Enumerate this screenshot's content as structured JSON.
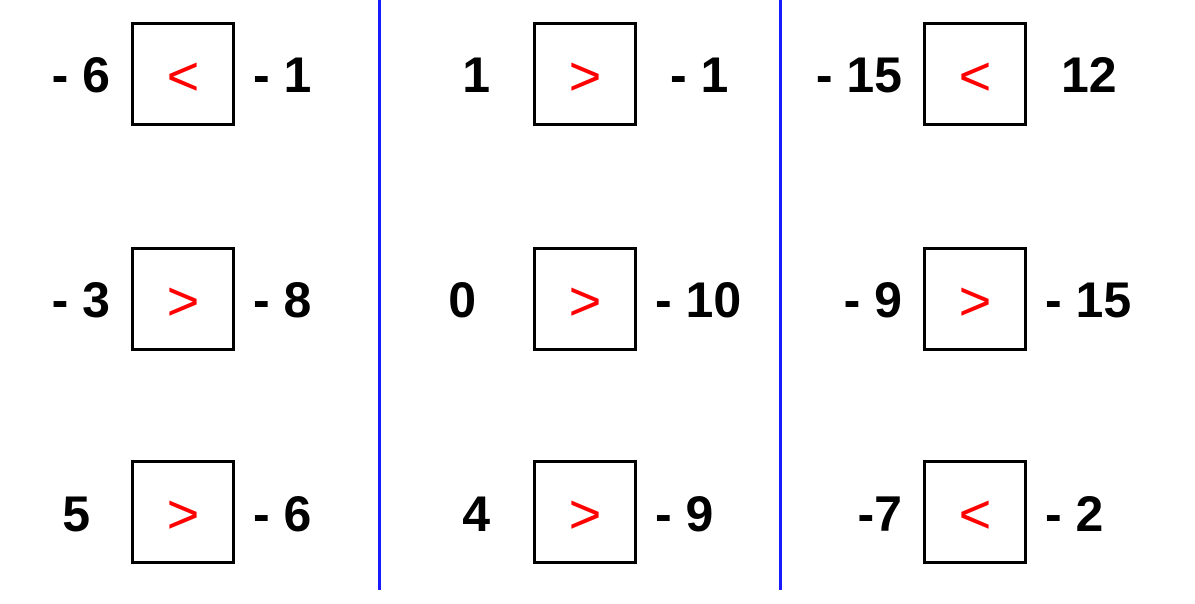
{
  "columns": [
    {
      "rows": [
        {
          "left": "- 6",
          "symbol": "<",
          "right": "- 1"
        },
        {
          "left": "- 3",
          "symbol": ">",
          "right": "- 8"
        },
        {
          "left": "5",
          "symbol": ">",
          "right": "- 6"
        }
      ]
    },
    {
      "rows": [
        {
          "left": "1",
          "symbol": ">",
          "right": "- 1"
        },
        {
          "left": "0",
          "symbol": ">",
          "right": "- 10"
        },
        {
          "left": "4",
          "symbol": ">",
          "right": "- 9"
        }
      ]
    },
    {
      "rows": [
        {
          "left": "- 15",
          "symbol": "<",
          "right": "12"
        },
        {
          "left": "- 9",
          "symbol": ">",
          "right": "- 15"
        },
        {
          "left": "-7",
          "symbol": "<",
          "right": "- 2"
        }
      ]
    }
  ],
  "colors": {
    "number": "#000000",
    "symbol": "#ff0000",
    "box_border": "#000000",
    "divider": "#1a1aff"
  }
}
